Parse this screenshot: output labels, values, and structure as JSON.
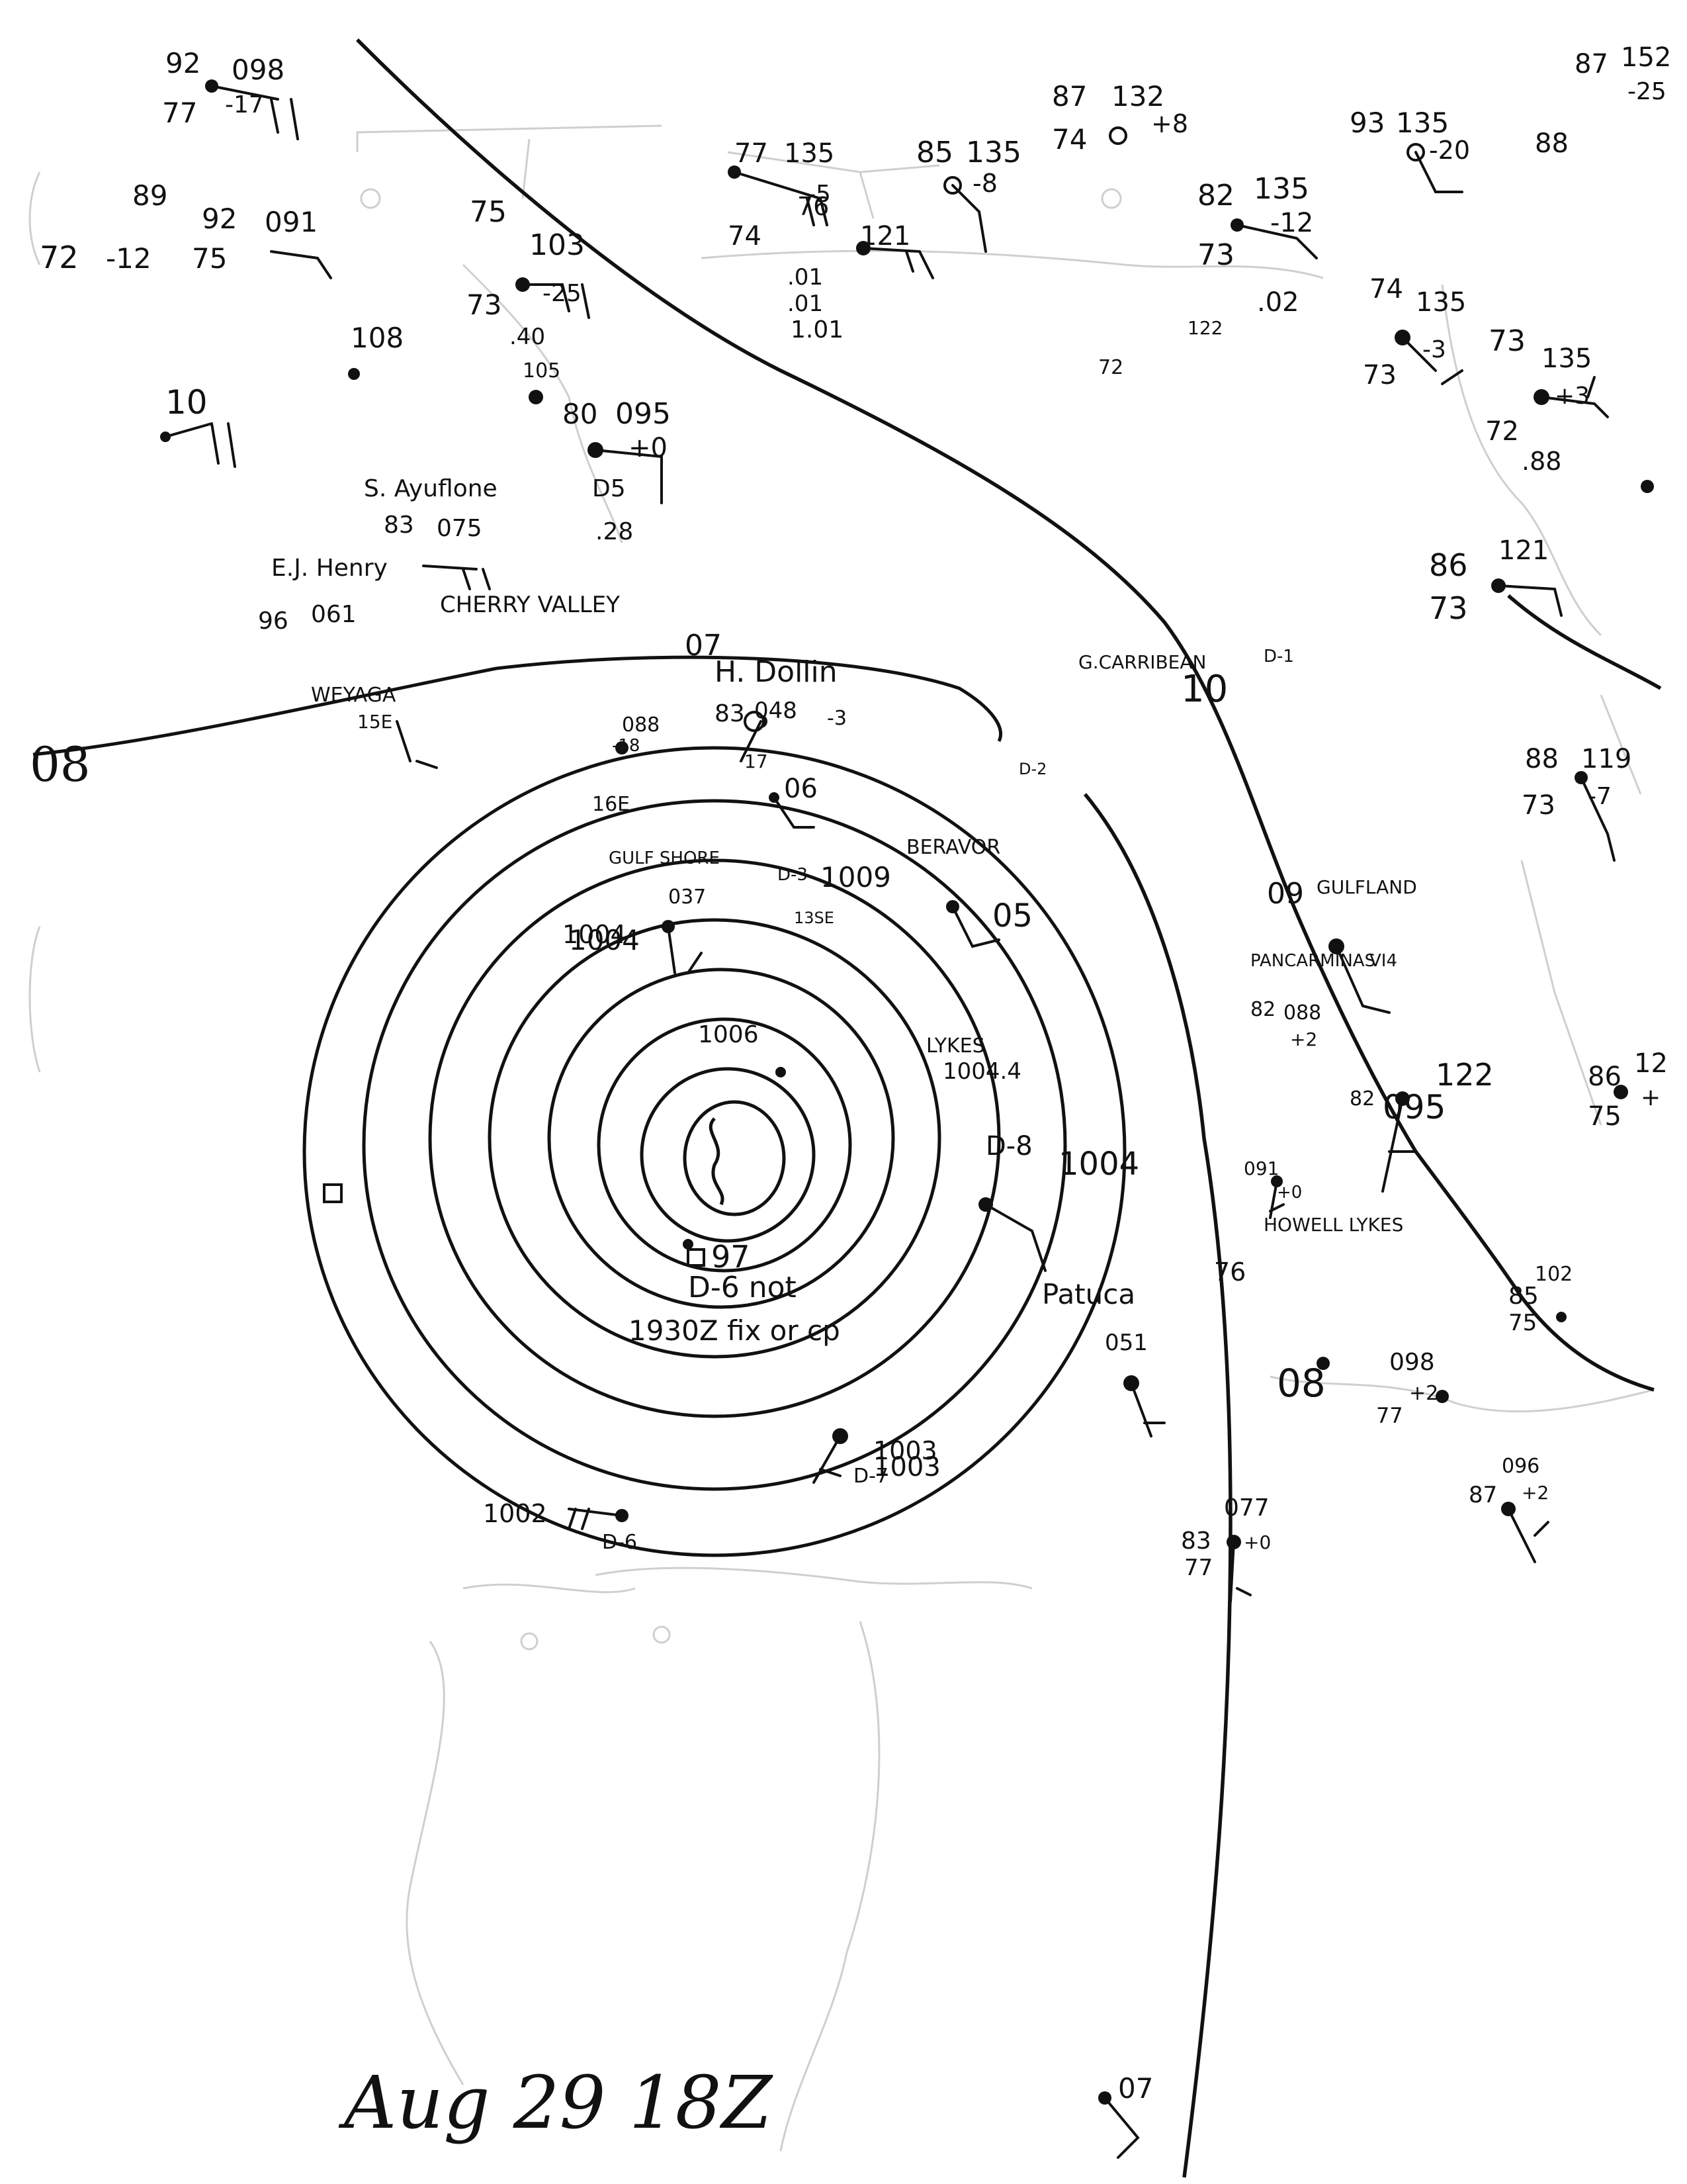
{
  "title": "Aug 29 18Z",
  "colors": {
    "ink": "#111111",
    "basemap": "#cfcfcf",
    "paper": "#ffffff"
  },
  "isobar_labels": [
    "08",
    "07",
    "06",
    "05",
    "1009",
    "1004",
    "1006",
    "1004",
    "1003",
    "1002",
    "08",
    "07",
    "09",
    "10"
  ],
  "center": {
    "label": "97",
    "note1": "D-6 not",
    "note2": "1930Z fix or cp"
  },
  "ships": [
    {
      "name": "S. Ayuflone",
      "value": "D5"
    },
    {
      "name": "E.J. Henry",
      "value": ""
    },
    {
      "name": "CHERRY VALLEY",
      "value": ""
    },
    {
      "name": "H. Dollin",
      "value": ""
    },
    {
      "name": "GULF SHORE",
      "value": "037"
    },
    {
      "name": "BERAVOR",
      "value": "05"
    },
    {
      "name": "LYKES",
      "value": "1004.4"
    },
    {
      "name": "G.CARRIBEAN",
      "value": ""
    },
    {
      "name": "GULFLAND",
      "value": ""
    },
    {
      "name": "PANCARMINAS",
      "value": "VI4"
    },
    {
      "name": "HOWELL LYKES",
      "value": ""
    },
    {
      "name": "Patuca",
      "value": "051"
    },
    {
      "name": "WEYAGA",
      "value": ""
    }
  ],
  "stations": [
    {
      "t": "92",
      "p": "098",
      "d": "77",
      "c": "-17"
    },
    {
      "t": "92",
      "p": "89",
      "d": "72",
      "c": "-12"
    },
    {
      "t": "75",
      "p": "091",
      "d": "",
      "c": ""
    },
    {
      "t": "75",
      "p": "103",
      "d": "73",
      "c": "-25"
    },
    {
      "t": "",
      "p": "108",
      "d": "",
      "c": ""
    },
    {
      "t": "10",
      "p": "",
      "d": "",
      "c": ""
    },
    {
      "t": "80",
      "p": "095",
      "d": "",
      "c": "+0"
    },
    {
      "t": "83",
      "p": "075",
      "d": "",
      "c": ""
    },
    {
      "t": "96",
      "p": "061",
      "d": "",
      "c": ""
    },
    {
      "t": "77",
      "p": "135",
      "d": "74",
      "c": "-5"
    },
    {
      "t": "76",
      "p": "121",
      "d": "",
      "c": ""
    },
    {
      "t": "85",
      "p": "135",
      "d": "",
      "c": "-8"
    },
    {
      "t": "87",
      "p": "132",
      "d": "74",
      "c": "+8"
    },
    {
      "t": "82",
      "p": "135",
      "d": "73",
      "c": "-12"
    },
    {
      "t": "93",
      "p": "135",
      "d": "",
      "c": "-20"
    },
    {
      "t": "87",
      "p": "152",
      "d": "",
      "c": "-25"
    },
    {
      "t": "88",
      "p": "",
      "d": "",
      "c": ""
    },
    {
      "t": "74",
      "p": "135",
      "d": "73",
      "c": "-3"
    },
    {
      "t": "73",
      "p": "135",
      "d": "72",
      "c": "+3"
    },
    {
      "t": "86",
      "p": "121",
      "d": "73",
      "c": ""
    },
    {
      "t": "88",
      "p": "119",
      "d": "73",
      "c": "-7"
    },
    {
      "t": "86",
      "p": "12",
      "d": "75",
      "c": "+"
    },
    {
      "t": "82",
      "p": "095",
      "d": "",
      "c": ""
    },
    {
      "t": "",
      "p": "122",
      "d": "",
      "c": ""
    },
    {
      "t": "82",
      "p": "088",
      "d": "",
      "c": "+2"
    },
    {
      "t": "",
      "p": "091",
      "d": "",
      "c": "+0"
    },
    {
      "t": "76",
      "p": "",
      "d": "",
      "c": ""
    },
    {
      "t": "",
      "p": "098",
      "d": "77",
      "c": "+2"
    },
    {
      "t": "85",
      "p": "102",
      "d": "75",
      "c": ""
    },
    {
      "t": "87",
      "p": "096",
      "d": "",
      "c": "+2"
    },
    {
      "t": "83",
      "p": "077",
      "d": "77",
      "c": "+0"
    },
    {
      "t": "",
      "p": "07",
      "d": "",
      "c": ""
    },
    {
      "t": "",
      "p": "048",
      "d": "",
      "c": "-3"
    },
    {
      "t": "83",
      "p": "",
      "d": "",
      "c": ""
    },
    {
      "t": "",
      "p": "088",
      "d": "",
      "c": "-18"
    },
    {
      "t": "",
      "p": "122",
      "d": "72",
      "c": ""
    }
  ],
  "precip": [
    ".40",
    ".28",
    ".01",
    ".01",
    "1.01",
    ".02",
    ".88",
    "105"
  ],
  "ship_codes": [
    "D-3",
    "D-8",
    "D-7",
    "D-6",
    "D-1",
    "D-2",
    "16E",
    "15E",
    "13SE",
    "17",
    "1003",
    "1004"
  ]
}
